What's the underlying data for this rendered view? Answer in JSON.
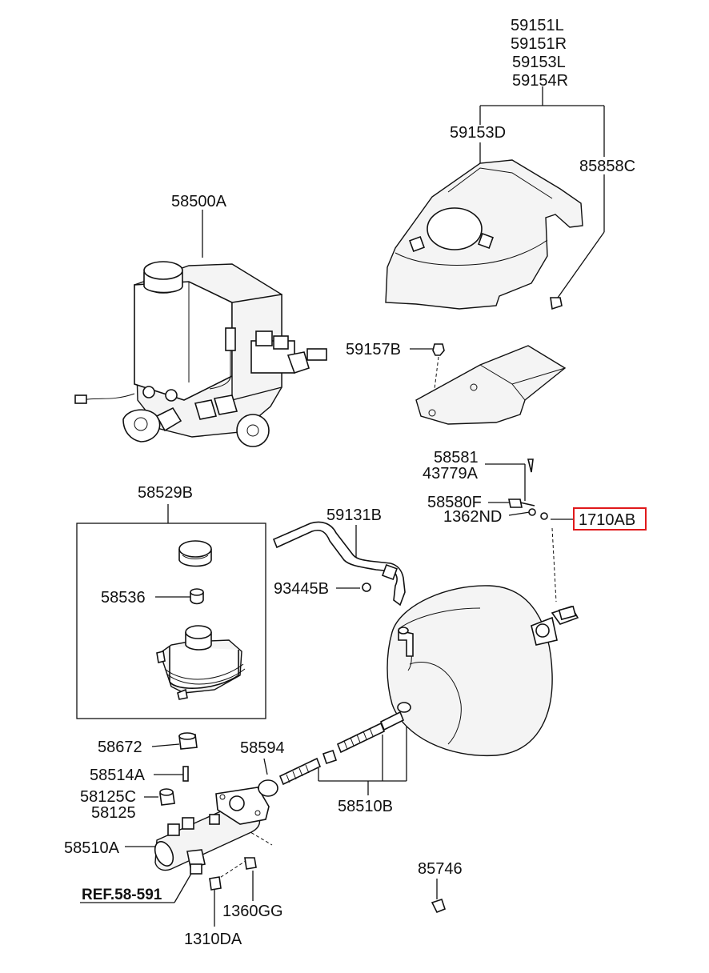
{
  "diagram": {
    "labels": {
      "l_59151L": "59151L",
      "l_59151R": "59151R",
      "l_59153L": "59153L",
      "l_59154R": "59154R",
      "l_59153D": "59153D",
      "l_85858C": "85858C",
      "l_58500A": "58500A",
      "l_59157B": "59157B",
      "l_58581": "58581",
      "l_43779A": "43779A",
      "l_58580F": "58580F",
      "l_1362ND": "1362ND",
      "l_1710AB": "1710AB",
      "l_58529B": "58529B",
      "l_59131B": "59131B",
      "l_58536": "58536",
      "l_93445B": "93445B",
      "l_58672": "58672",
      "l_58594": "58594",
      "l_58514A": "58514A",
      "l_58125C": "58125C",
      "l_58125": "58125",
      "l_58510B": "58510B",
      "l_58510A": "58510A",
      "l_85746": "85746",
      "l_ref": "REF.58-591",
      "l_1360GG": "1360GG",
      "l_1310DA": "1310DA"
    },
    "highlight_color": "#e0191b"
  }
}
